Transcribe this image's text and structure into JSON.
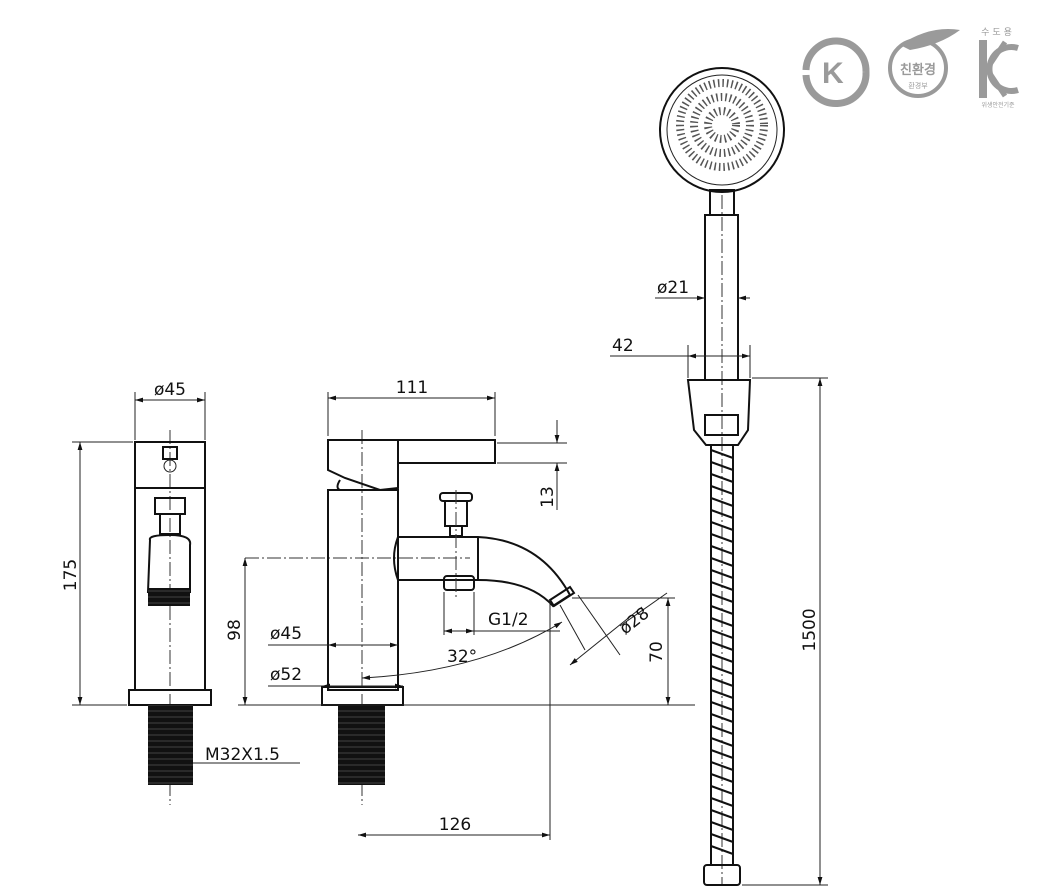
{
  "front_view": {
    "top_diameter": "ø45",
    "height": "175",
    "thread": "M32X1.5"
  },
  "side_view": {
    "handle_length": "111",
    "handle_thickness": "13",
    "spout_height": "98",
    "body_diameter": "ø45",
    "base_diameter": "ø52",
    "angle": "32°",
    "outlet_thread": "G1/2",
    "outlet_diameter": "ø28",
    "outlet_height": "70",
    "reach": "126"
  },
  "hand_shower": {
    "handle_diameter": "ø21",
    "holder_width": "42",
    "hose_length": "1500"
  },
  "certifications": {
    "kc_top": "수도용",
    "kc_bottom": "위생안전기준",
    "eco_main": "친환경",
    "eco_sub": "환경부",
    "ks": "K"
  },
  "colors": {
    "line": "#111111",
    "logo": "#9a9a9a"
  }
}
